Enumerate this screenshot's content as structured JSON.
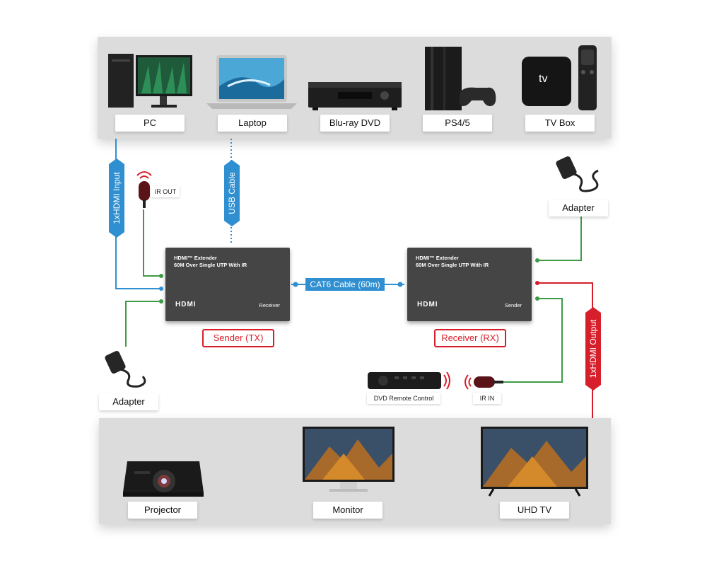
{
  "sources": {
    "items": [
      {
        "label": "PC"
      },
      {
        "label": "Laptop"
      },
      {
        "label": "Blu-ray DVD"
      },
      {
        "label": "PS4/5"
      },
      {
        "label": "TV Box"
      }
    ],
    "tv_box_logo": "tv"
  },
  "displays": {
    "items": [
      {
        "label": "Projector"
      },
      {
        "label": "Monitor"
      },
      {
        "label": "UHD TV"
      }
    ]
  },
  "sender": {
    "line1": "HDMI™ Extender",
    "line2": "60M Over Single UTP With IR",
    "hdmi_logo": "HDMI",
    "role": "Receiver",
    "tag": "Sender (TX)"
  },
  "receiver": {
    "line1": "HDMI™ Extender",
    "line2": "60M Over Single UTP With IR",
    "hdmi_logo": "HDMI",
    "role": "Sender",
    "tag": "Receiver (RX)"
  },
  "connections": {
    "cat6": "CAT6 Cable (60m)",
    "hdmi_input": "1xHDMI Input",
    "usb_cable": "USB Cable",
    "hdmi_output": "1xHDMI Output"
  },
  "accessories": {
    "ir_out": "IR OUT",
    "ir_in": "IR IN",
    "remote": "DVD Remote Control",
    "adapter_top": "Adapter",
    "adapter_bottom": "Adapter"
  },
  "colors": {
    "blue": "#2f8fd0",
    "green": "#3e9b47",
    "red": "#d71f2b",
    "panel": "#dcdcdc",
    "device": "#454545"
  }
}
